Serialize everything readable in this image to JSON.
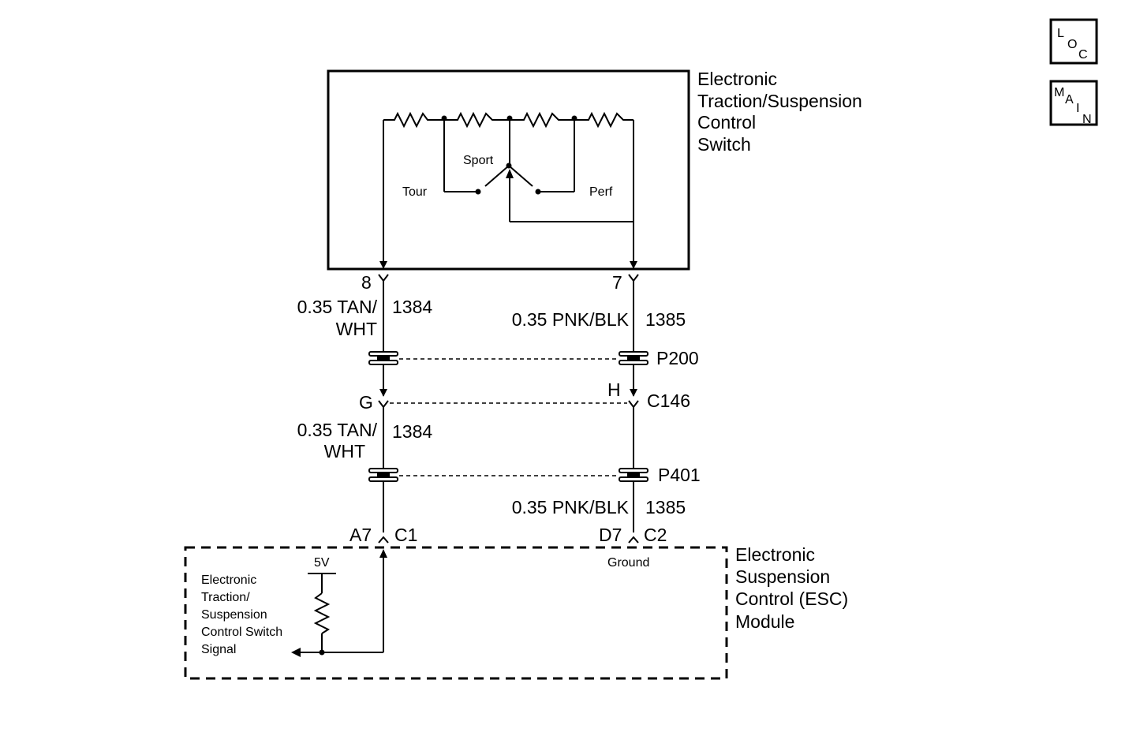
{
  "nav": {
    "loc": {
      "l1": "L",
      "l2": "O",
      "l3": "C"
    },
    "main": {
      "l1": "M",
      "l2": "A",
      "l3": "I",
      "l4": "N"
    }
  },
  "switch": {
    "title_lines": [
      "Electronic",
      "Traction/Suspension",
      "Control",
      "Switch"
    ],
    "pos_sport": "Sport",
    "pos_tour": "Tour",
    "pos_perf": "Perf",
    "pin_left": "8",
    "pin_right": "7"
  },
  "wires": {
    "left_upper": {
      "line1": "0.35 TAN/",
      "line2": "WHT",
      "circuit": "1384"
    },
    "right_upper": {
      "label": "0.35 PNK/BLK",
      "circuit": "1385"
    },
    "left_lower": {
      "line1": "0.35 TAN/",
      "line2": "WHT",
      "circuit": "1384"
    },
    "right_lower": {
      "label": "0.35 PNK/BLK",
      "circuit": "1385"
    }
  },
  "connectors": {
    "p200": "P200",
    "c146": "C146",
    "c146_left_pin": "G",
    "c146_right_pin": "H",
    "p401": "P401"
  },
  "module": {
    "title_lines": [
      "Electronic",
      "Suspension",
      "Control (ESC)",
      "Module"
    ],
    "pin_a7": "A7",
    "conn_c1": "C1",
    "pin_d7": "D7",
    "conn_c2": "C2",
    "ground": "Ground",
    "supply": "5V",
    "signal_lines": [
      "Electronic",
      "Traction/",
      "Suspension",
      "Control Switch",
      "Signal"
    ]
  }
}
